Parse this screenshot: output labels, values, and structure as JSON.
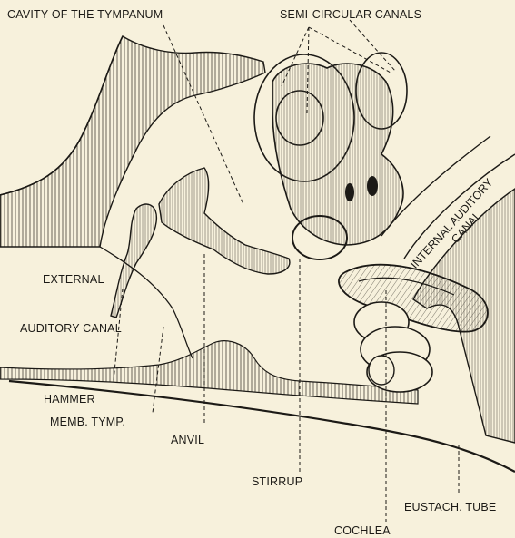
{
  "labels": {
    "cavity_of_tympanum": "CAVITY OF THE TYMPANUM",
    "semicircular_canals": "SEMI-CIRCULAR CANALS",
    "internal_auditory": "INTERNAL AUDITORY",
    "internal_auditory_canal": "CANAL",
    "external_canal_line1": "EXTERNAL",
    "external_canal_line2": "AUDITORY CANAL",
    "hammer": "HAMMER",
    "memb_tymp": "MEMB. TYMP.",
    "anvil": "ANVIL",
    "stirrup": "STIRRUP",
    "eustach_tube": "EUSTACH. TUBE",
    "cochlea": "COCHLEA"
  },
  "colors": {
    "paper": "#f7f1dc",
    "ink": "#1c1a16"
  }
}
